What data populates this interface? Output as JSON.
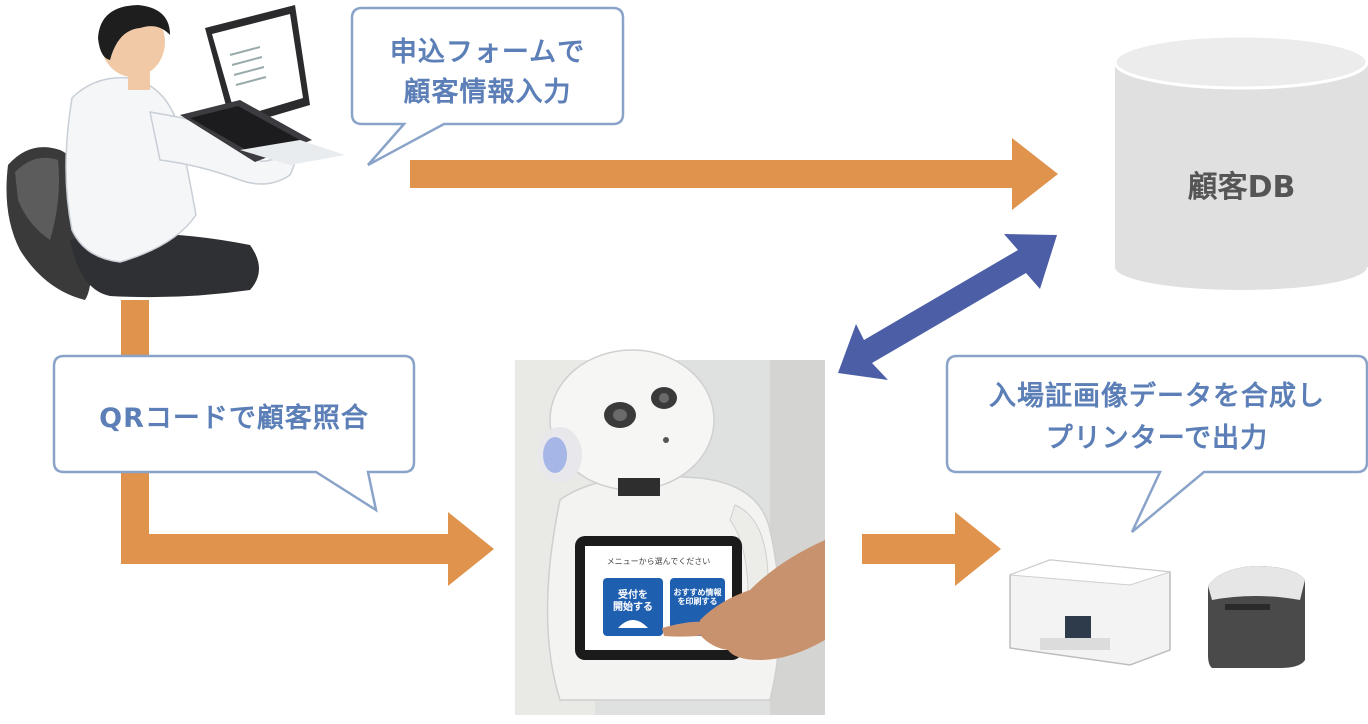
{
  "bubbles": {
    "form_line1": "申込フォームで",
    "form_line2": "顧客情報入力",
    "qr": "QRコードで顧客照合",
    "print_line1": "入場証画像データを合成し",
    "print_line2": "プリンターで出力"
  },
  "database": {
    "label": "顧客DB"
  },
  "tablet": {
    "menu_prompt": "メニューから選んでください",
    "button_left_line1": "受付を",
    "button_left_line2": "開始する",
    "button_right_line1": "おすすめ情報",
    "button_right_line2": "を印刷する"
  },
  "colors": {
    "arrow_orange": "#e0934d",
    "arrow_blue": "#4b5ea6",
    "bubble_border": "#8aa3c8",
    "bubble_text": "#5b7fb6",
    "db_fill": "#e0e0e0",
    "tablet_button": "#1f5fb0"
  }
}
